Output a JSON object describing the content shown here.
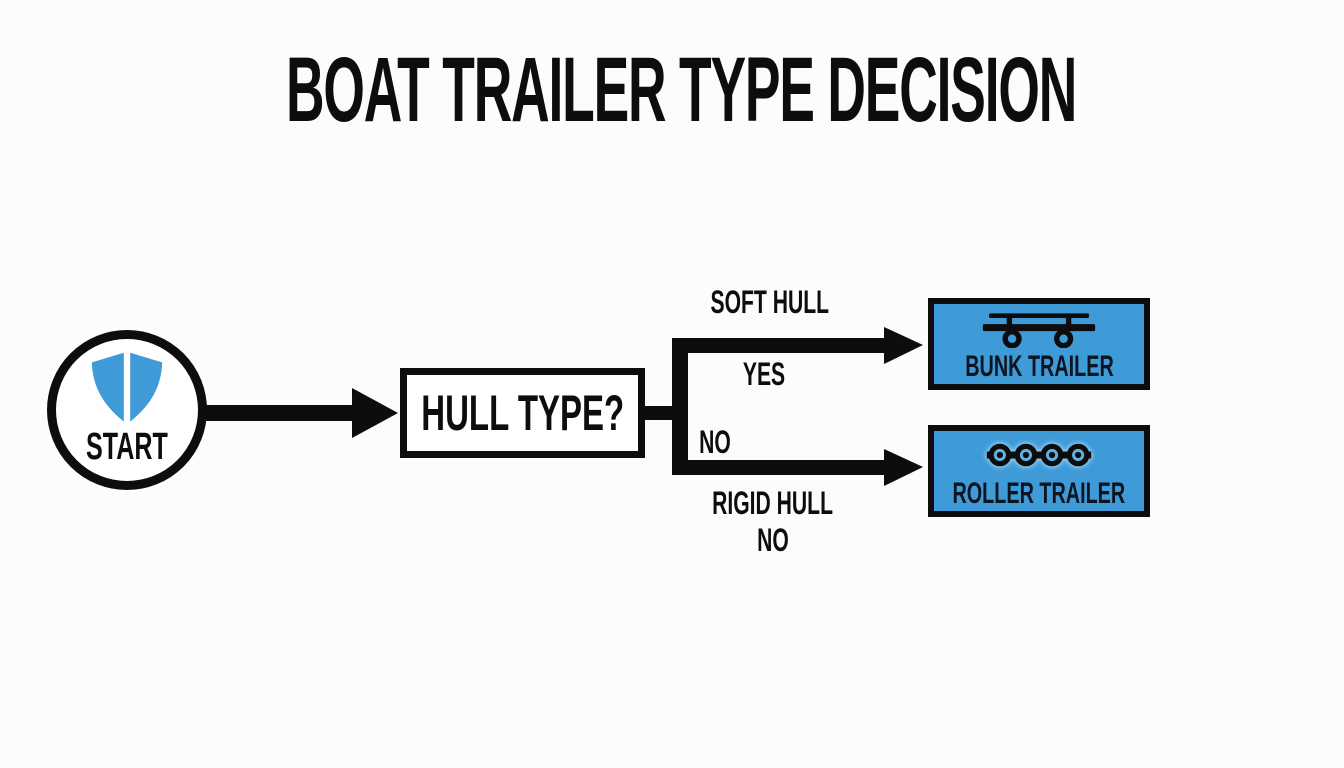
{
  "title": "BOAT TRAILER TYPE DECISION",
  "colors": {
    "background": "#fcfcfc",
    "ink": "#0d0d0d",
    "node_fill_blue": "#3f9ad8",
    "shield_blue": "#3f9ad8",
    "roller_inner_blue": "#5db3e4",
    "roller_halo_blue": "#8ecbee",
    "result_label_ink": "#0c1520"
  },
  "nodes": {
    "start": {
      "label": "START",
      "icon": "boat-hull-shield-icon"
    },
    "decision": {
      "label": "HULL TYPE?"
    },
    "bunk_result": {
      "label": "BUNK TRAILER",
      "icon": "bunk-trailer-icon"
    },
    "roller_result": {
      "label": "ROLLER TRAILER",
      "icon": "roller-trailer-icon"
    }
  },
  "edges": {
    "yes_branch": {
      "label_above": "SOFT HULL",
      "label_on_line": "YES"
    },
    "no_branch": {
      "label_on_line": "NO",
      "label_below_line1": "RIGID HULL",
      "label_below_line2": "NO"
    }
  }
}
